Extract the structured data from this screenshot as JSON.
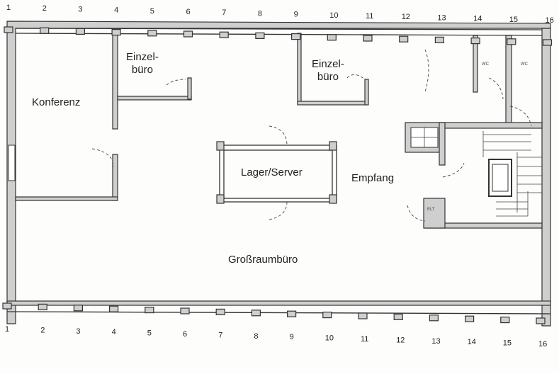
{
  "rooms": {
    "konferenz": "Konferenz",
    "einzelbuero_1": "Einzel-\nbüro",
    "einzelbuero_2": "Einzel-\nbüro",
    "lager_server": "Lager/Server",
    "empfang": "Empfang",
    "grossraum": "Großraumbüro",
    "wc1": "WC",
    "wc2": "WC",
    "elt": "ELT"
  },
  "axes_top": [
    "1",
    "2",
    "3",
    "4",
    "5",
    "6",
    "7",
    "8",
    "9",
    "10",
    "11",
    "12",
    "13",
    "14",
    "15",
    "16"
  ],
  "axes_bottom": [
    "1",
    "2",
    "3",
    "4",
    "5",
    "6",
    "7",
    "8",
    "9",
    "10",
    "11",
    "12",
    "13",
    "14",
    "15",
    "16"
  ]
}
